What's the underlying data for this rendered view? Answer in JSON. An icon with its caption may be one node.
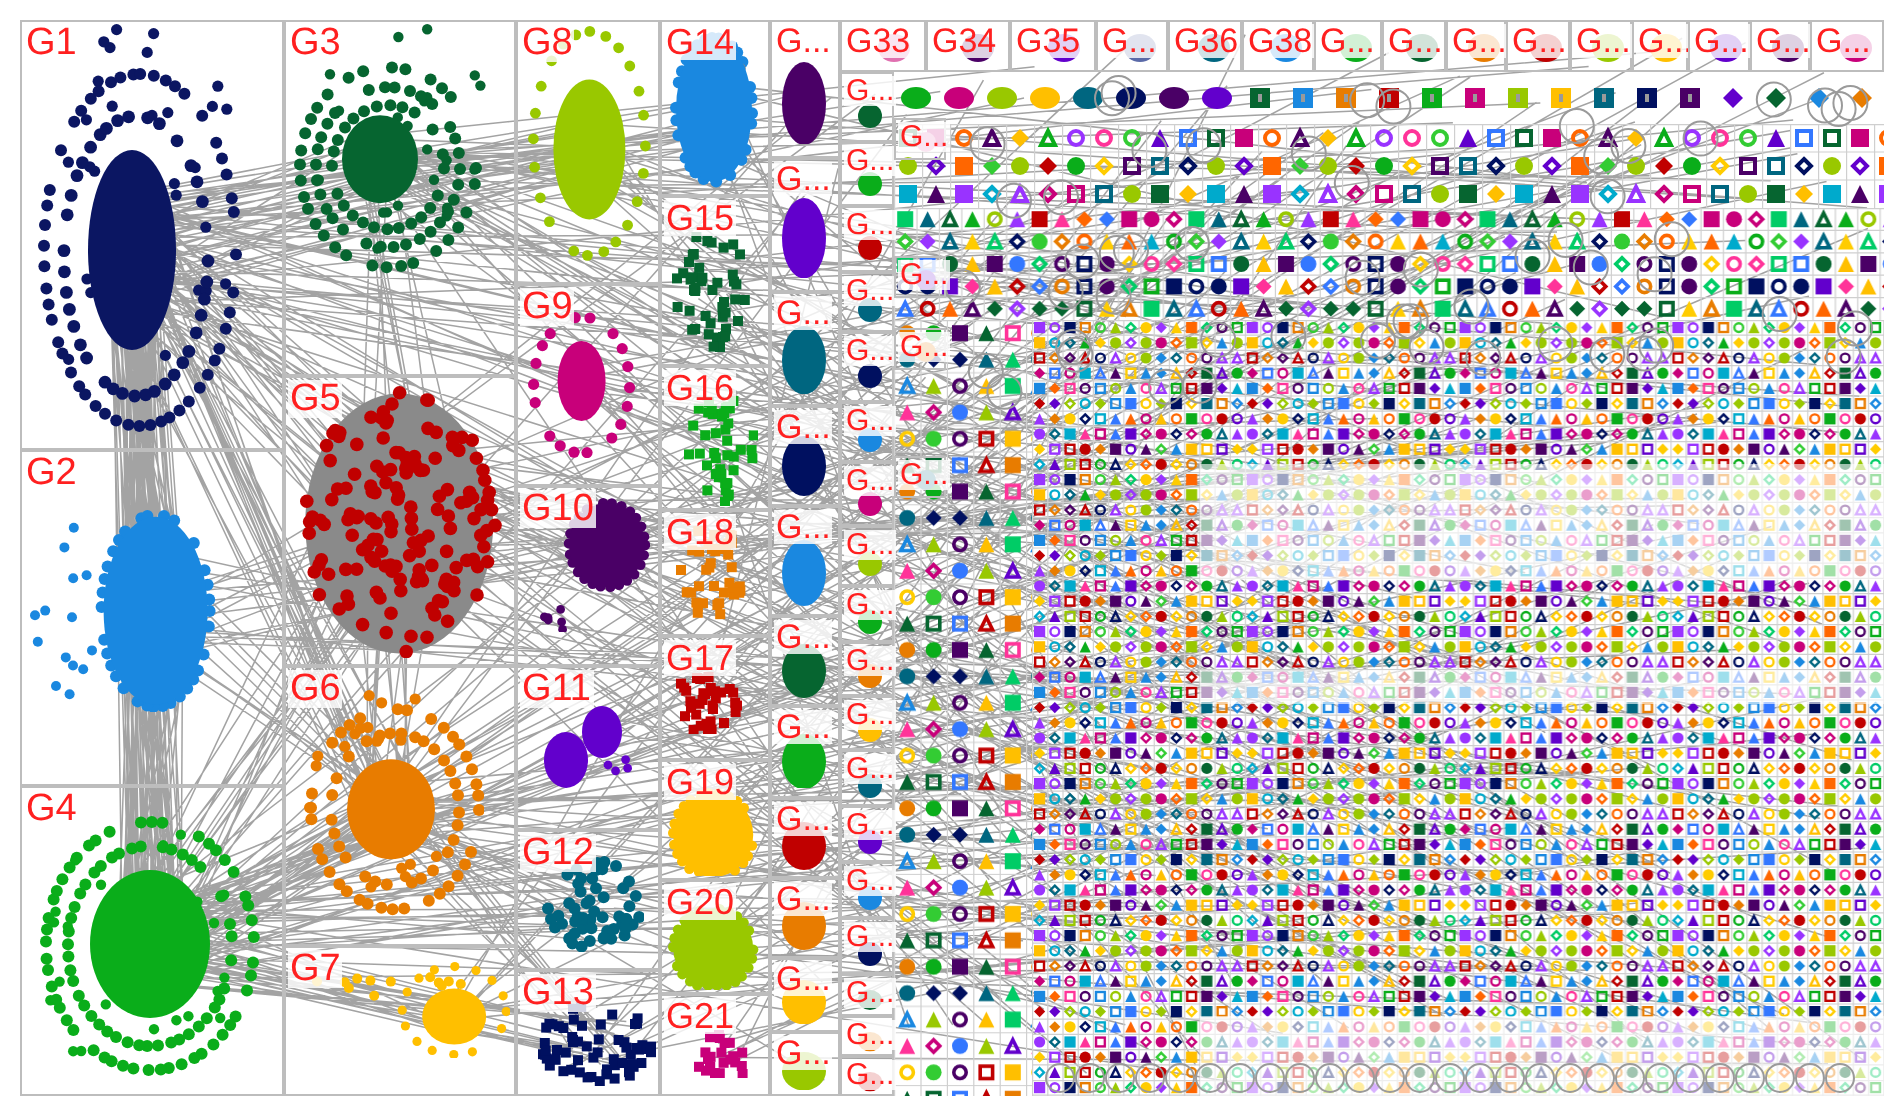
{
  "diagram": {
    "nodes": [
      {
        "text": [
          "G1"
        ]
      },
      {
        "text": [
          "G2"
        ]
      },
      {
        "text": [
          "G4"
        ]
      },
      {
        "text": [
          "G3"
        ]
      },
      {
        "text": [
          "G5"
        ]
      },
      {
        "text": [
          "G6"
        ]
      },
      {
        "text": [
          "G7"
        ]
      },
      {
        "text": [
          "G8"
        ]
      },
      {
        "text": [
          "G9"
        ]
      },
      {
        "text": [
          "G10"
        ]
      },
      {
        "text": [
          "G11"
        ]
      },
      {
        "text": [
          "G12"
        ]
      },
      {
        "text": [
          "G13"
        ]
      },
      {
        "text": [
          "G14"
        ]
      },
      {
        "text": [
          "G15"
        ]
      },
      {
        "text": [
          "G16"
        ]
      },
      {
        "text": [
          "G18"
        ]
      },
      {
        "text": [
          "G17"
        ]
      },
      {
        "text": [
          "G19"
        ]
      },
      {
        "text": [
          "G20"
        ]
      },
      {
        "text": [
          "G21"
        ]
      },
      {
        "text": [
          "G..."
        ]
      },
      {
        "text": [
          "G..."
        ]
      },
      {
        "text": [
          "G..."
        ]
      },
      {
        "text": [
          "G..."
        ]
      },
      {
        "text": [
          "G..."
        ]
      },
      {
        "text": [
          "G..."
        ]
      },
      {
        "text": [
          "G..."
        ]
      },
      {
        "text": [
          "G..."
        ]
      },
      {
        "text": [
          "G..."
        ]
      },
      {
        "text": [
          "G..."
        ]
      },
      {
        "text": [
          "G..."
        ]
      },
      {
        "text": [
          "G33"
        ]
      },
      {
        "text": [
          "G34"
        ]
      },
      {
        "text": [
          "G35"
        ]
      },
      {
        "text": [
          "G..."
        ]
      },
      {
        "text": [
          "G36"
        ]
      },
      {
        "text": [
          "G38"
        ]
      },
      {
        "text": [
          "G..."
        ]
      },
      {
        "text": [
          "G..."
        ]
      },
      {
        "text": [
          "G..."
        ]
      },
      {
        "text": [
          "G..."
        ]
      },
      {
        "text": [
          "G..."
        ]
      },
      {
        "text": [
          "G..."
        ]
      },
      {
        "text": [
          "G..."
        ]
      },
      {
        "text": [
          "G..."
        ]
      },
      {
        "text": [
          "G..."
        ]
      },
      {
        "text": [
          "G..."
        ]
      },
      {
        "text": [
          "G..."
        ]
      },
      {
        "text": [
          "G..."
        ]
      },
      {
        "text": [
          "G..."
        ]
      },
      {
        "text": [
          "G..."
        ]
      },
      {
        "text": [
          "G..."
        ]
      },
      {
        "text": [
          "G..."
        ]
      },
      {
        "text": [
          "G..."
        ]
      },
      {
        "text": [
          "G..."
        ]
      },
      {
        "text": [
          "G..."
        ]
      },
      {
        "text": [
          "G..."
        ]
      },
      {
        "text": [
          "G..."
        ]
      },
      {
        "text": [
          "G..."
        ]
      },
      {
        "text": [
          "G..."
        ]
      },
      {
        "text": [
          "G..."
        ]
      },
      {
        "text": [
          "G..."
        ]
      },
      {
        "text": [
          "G..."
        ]
      },
      {
        "text": [
          "G..."
        ]
      },
      {
        "text": [
          "G..."
        ]
      },
      {
        "text": [
          "G..."
        ]
      },
      {
        "text": [
          "G..."
        ]
      },
      {
        "text": [
          "G..."
        ]
      }
    ]
  }
}
